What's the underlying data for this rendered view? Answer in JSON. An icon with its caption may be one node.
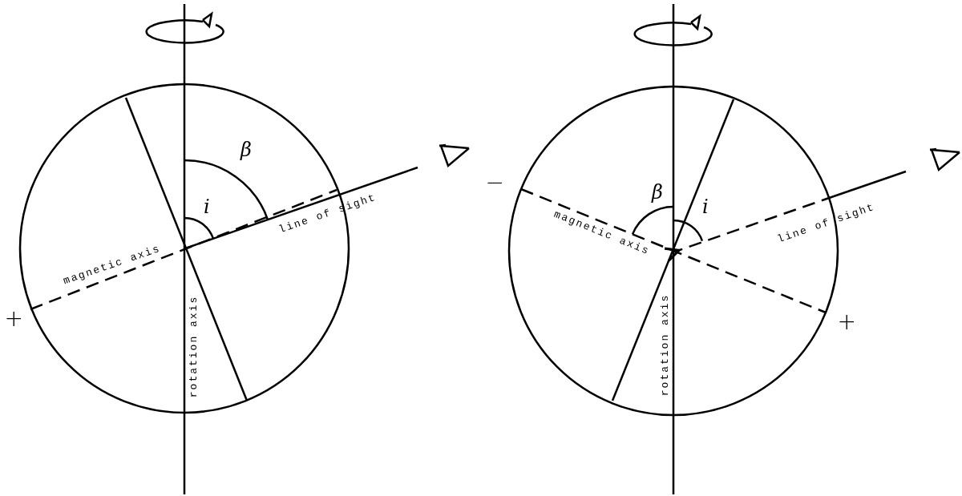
{
  "diagram": {
    "labels": [
      "β",
      "i",
      "line of sight",
      "magnetic axis",
      "+",
      "rotation axis",
      "−",
      "β",
      "i",
      "magnetic axis",
      "line of sight",
      "+",
      "rotation axis"
    ]
  }
}
